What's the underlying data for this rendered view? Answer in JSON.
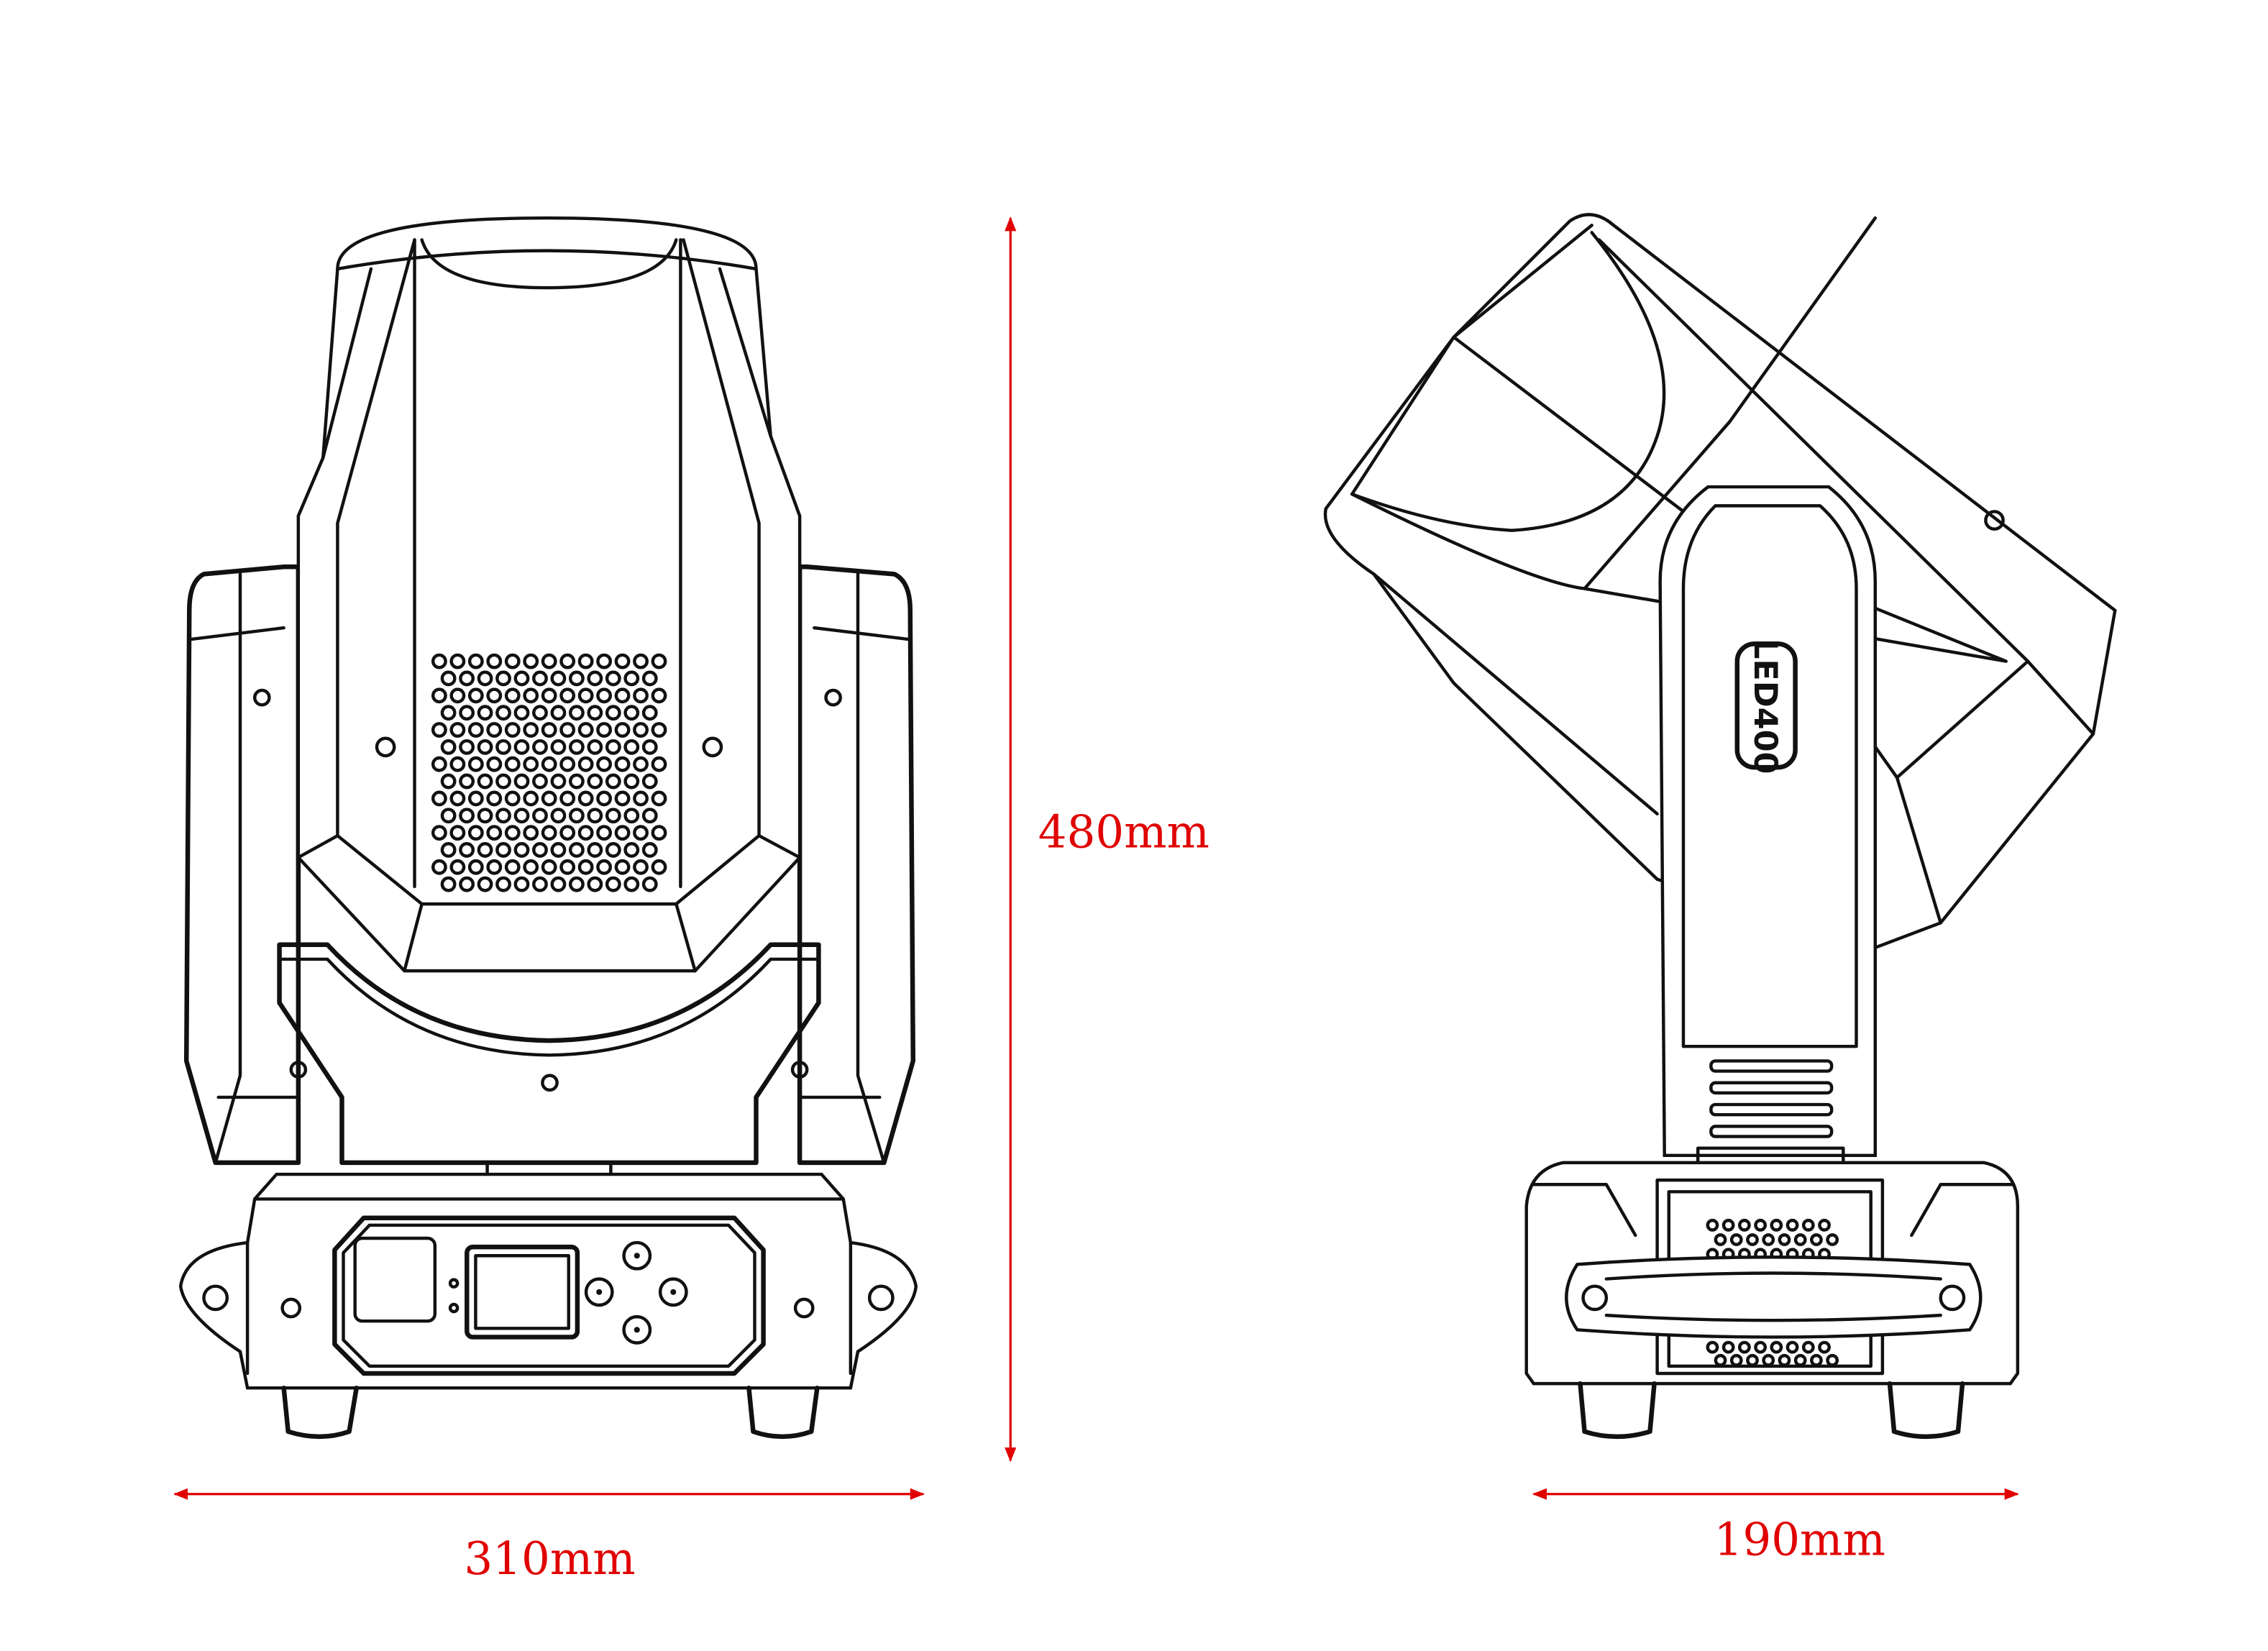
{
  "dimensions": {
    "height_label": "480mm",
    "front_width_label": "310mm",
    "side_depth_label": "190mm"
  },
  "side_view": {
    "arm_badge": "LED400"
  },
  "colors": {
    "dimension": "#e00000",
    "line": "#111111"
  }
}
